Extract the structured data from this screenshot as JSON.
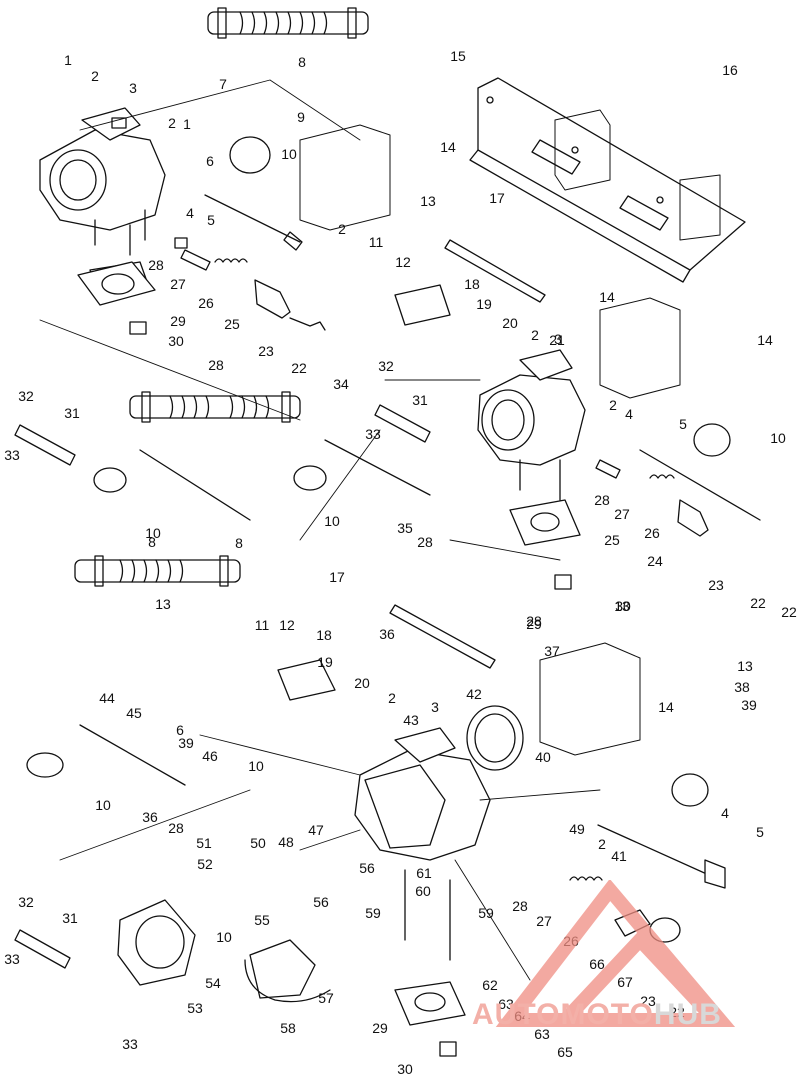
{
  "callouts": [
    "1",
    "2",
    "3",
    "7",
    "2",
    "1",
    "6",
    "10",
    "4",
    "5",
    "8",
    "9",
    "15",
    "16",
    "14",
    "13",
    "17",
    "2",
    "11",
    "12",
    "18",
    "14",
    "19",
    "20",
    "2",
    "3",
    "14",
    "28",
    "27",
    "26",
    "25",
    "29",
    "30",
    "23",
    "22",
    "34",
    "28",
    "32",
    "21",
    "32",
    "31",
    "33",
    "31",
    "33",
    "2",
    "4",
    "5",
    "10",
    "28",
    "27",
    "26",
    "25",
    "24",
    "23",
    "22",
    "22",
    "30",
    "8",
    "8",
    "10",
    "10",
    "35",
    "28",
    "13",
    "17",
    "29",
    "13",
    "11",
    "12",
    "18",
    "36",
    "28",
    "37",
    "13",
    "19",
    "38",
    "20",
    "44",
    "45",
    "2",
    "42",
    "14",
    "39",
    "43",
    "3",
    "6",
    "39",
    "46",
    "40",
    "10",
    "10",
    "36",
    "28",
    "47",
    "48",
    "49",
    "2",
    "41",
    "4",
    "5",
    "51",
    "50",
    "52",
    "56",
    "61",
    "60",
    "56",
    "10",
    "59",
    "59",
    "28",
    "27",
    "26",
    "32",
    "31",
    "55",
    "66",
    "67",
    "23",
    "22",
    "33",
    "54",
    "57",
    "53",
    "62",
    "63",
    "64",
    "63",
    "58",
    "29",
    "33",
    "65",
    "30"
  ],
  "watermark": {
    "part1": "AUTOMOTO",
    "part2": "HUB"
  }
}
